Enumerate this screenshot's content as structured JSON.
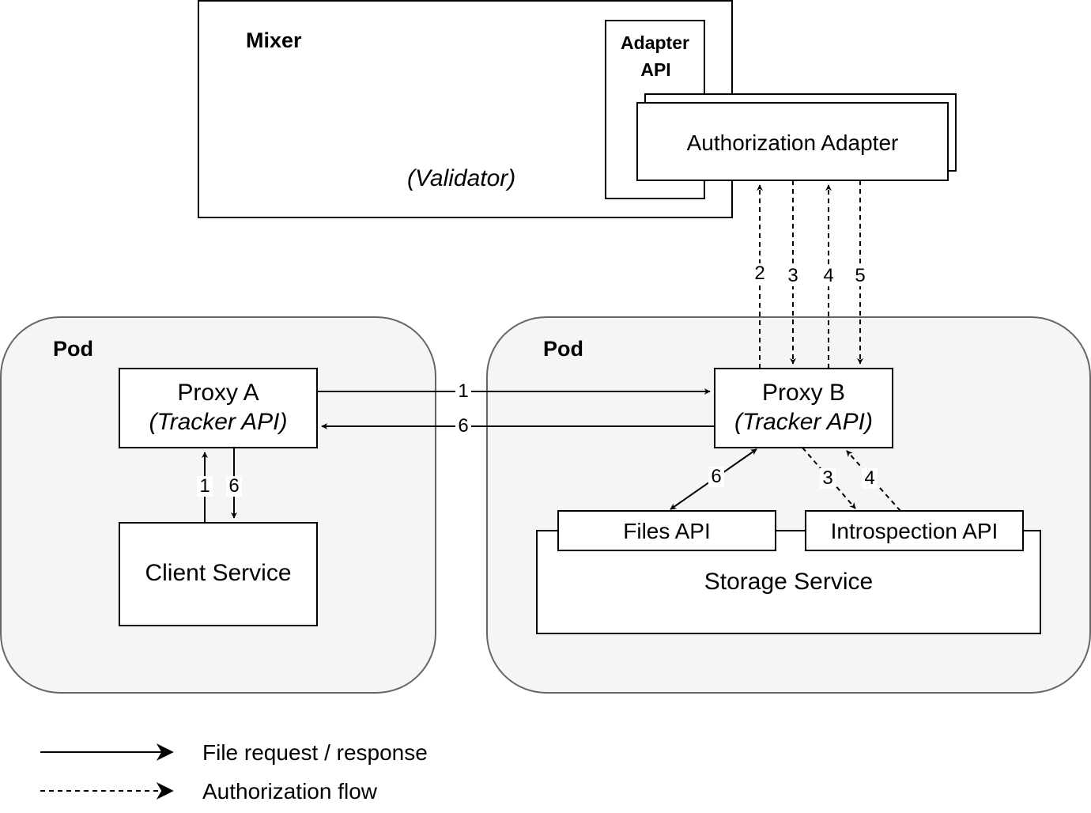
{
  "mixer": {
    "title": "Mixer",
    "subtitle": "(Validator)"
  },
  "adapter_api": {
    "line1": "Adapter",
    "line2": "API"
  },
  "authorization_adapter": {
    "label": "Authorization Adapter"
  },
  "pod_left": {
    "title": "Pod"
  },
  "pod_right": {
    "title": "Pod"
  },
  "proxy_a": {
    "name": "Proxy A",
    "api": "(Tracker API)"
  },
  "proxy_b": {
    "name": "Proxy B",
    "api": "(Tracker API)"
  },
  "client_service": {
    "label": "Client Service"
  },
  "storage_service": {
    "label": "Storage Service"
  },
  "files_api": {
    "label": "Files API"
  },
  "introspection_api": {
    "label": "Introspection API"
  },
  "edges": {
    "a_to_b": "1",
    "b_to_a": "6",
    "client_to_proxy_a": "1",
    "proxy_a_to_client": "6",
    "b_to_adapter_2": "2",
    "adapter_to_b_3": "3",
    "b_to_adapter_4": "4",
    "adapter_to_b_5": "5",
    "b_files": "6",
    "b_to_introspection": "3",
    "introspection_to_b": "4"
  },
  "legend": {
    "solid": "File request / response",
    "dashed": "Authorization flow"
  }
}
